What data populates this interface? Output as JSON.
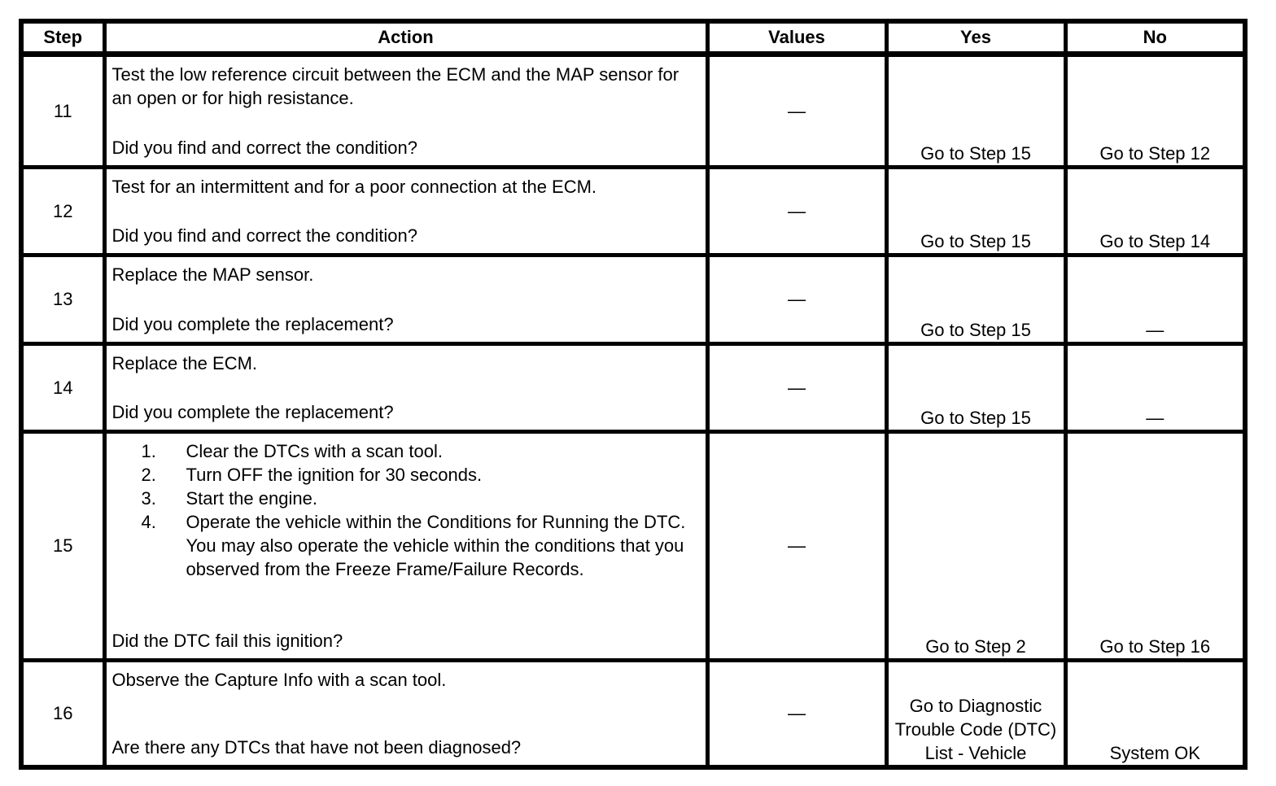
{
  "table": {
    "headers": {
      "step": "Step",
      "action": "Action",
      "values": "Values",
      "yes": "Yes",
      "no": "No"
    },
    "rows": [
      {
        "step": "11",
        "action": "Test the low reference circuit between the ECM and the MAP sensor for an open or for high resistance.",
        "question": "Did you find and correct the condition?",
        "values": "—",
        "yes": "Go to Step 15",
        "no": "Go to Step 12"
      },
      {
        "step": "12",
        "action": "Test for an intermittent and for a poor connection at the ECM.",
        "question": "Did you find and correct the condition?",
        "values": "—",
        "yes": "Go to Step 15",
        "no": "Go to Step 14"
      },
      {
        "step": "13",
        "action": "Replace the MAP sensor.",
        "question": "Did you complete the replacement?",
        "values": "—",
        "yes": "Go to Step 15",
        "no": "—"
      },
      {
        "step": "14",
        "action": "Replace the ECM.",
        "question": "Did you complete the replacement?",
        "values": "—",
        "yes": "Go to Step 15",
        "no": "—"
      },
      {
        "step": "15",
        "list": [
          {
            "num": "1.",
            "text": "Clear the DTCs with a scan tool."
          },
          {
            "num": "2.",
            "text": "Turn OFF the ignition for 30 seconds."
          },
          {
            "num": "3.",
            "text": "Start the engine."
          },
          {
            "num": "4.",
            "text": "Operate the vehicle within the Conditions for Running the DTC. You may also operate the vehicle within the conditions that you observed from the Freeze Frame/Failure Records."
          }
        ],
        "question": "Did the DTC fail this ignition?",
        "values": "—",
        "yes": "Go to Step 2",
        "no": "Go to Step 16"
      },
      {
        "step": "16",
        "action": "Observe the Capture Info with a scan tool.",
        "question": "Are there any DTCs that have not been diagnosed?",
        "values": "—",
        "yes": "Go to Diagnostic Trouble Code (DTC) List - Vehicle",
        "no": "System OK"
      }
    ]
  }
}
